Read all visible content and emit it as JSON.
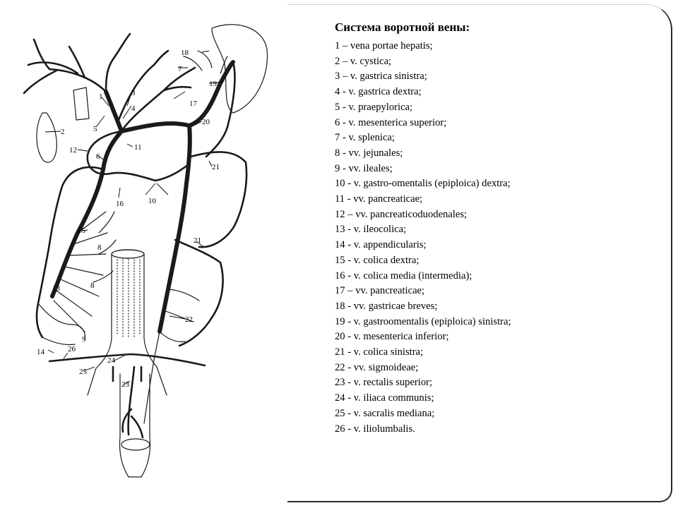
{
  "panel": {
    "title": "Система воротной вены:",
    "legend": [
      "1 – vena portae hepatis;",
      "2 – v. cystica;",
      "3 – v. gastrica sinistra;",
      "4 - v. gastrica dextra;",
      "5 - v. praepylorica;",
      "6 - v. mesenterica superior;",
      "7 - v. splenica;",
      "8 - vv. jejunales;",
      "9 - vv. ileales;",
      "10 - v. gastro-omentalis (epiploica) dextra;",
      "11 - vv. pancreaticae;",
      "12 – vv. pancreaticoduodenales;",
      "13 - v. ileocolica;",
      "14 - v. appendicularis;",
      "15 - v. colica dextra;",
      "16 - v. colica media (intermedia);",
      "17 – vv. pancreaticae;",
      "18 - vv. gastricae breves;",
      "19 - v. gastroomentalis (epiploica) sinistra;",
      "20 - v. mesenterica inferior;",
      "21 - v. colica sinistra;",
      "22 - vv. sigmoideae;",
      "23 - v. rectalis superior;",
      "24 - v. iliaca communis;",
      "25 - v. sacralis mediana;",
      "26 - v. iliolumbalis."
    ]
  },
  "figure": {
    "labels": [
      "1",
      "2",
      "3",
      "4",
      "5",
      "6",
      "7",
      "8",
      "8",
      "9",
      "10",
      "11",
      "12",
      "13",
      "14",
      "15",
      "16",
      "17",
      "18",
      "19",
      "20",
      "21",
      "21",
      "22",
      "23",
      "24",
      "25",
      "26"
    ]
  }
}
